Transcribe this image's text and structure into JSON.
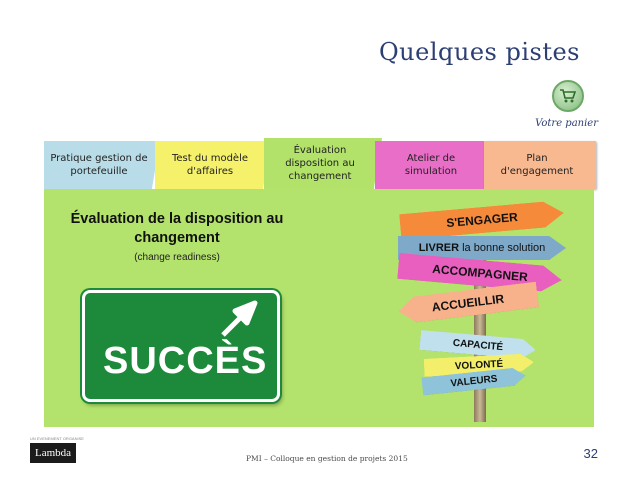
{
  "slide": {
    "title": "Quelques pistes",
    "cart_caption": "Votre panier",
    "tabs": [
      "Pratique gestion de portefeuille",
      "Test du modèle d'affaires",
      "Évaluation disposition au changement",
      "Atelier de simulation",
      "Plan d'engagement"
    ],
    "panel_title": "Évaluation de la disposition au changement",
    "panel_subtitle": "(change readiness)",
    "sign_text": "SUCCÈS",
    "signposts": {
      "engager": "S'ENGAGER",
      "livrer_bold": "LIVRER",
      "livrer_rest": " la bonne solution",
      "accompagner": "ACCOMPAGNER",
      "accueillir": "ACCUEILLIR",
      "capacite": "CAPACITÉ",
      "volonte": "VOLONTÉ",
      "valeurs": "VALEURS"
    },
    "footer": "PMI – Colloque en gestion de projets 2015",
    "page_number": "32",
    "logo_caption": "UN EVENEMENT ORGANISE",
    "logo_text": "Lambda"
  },
  "colors": {
    "panel": "#b3e36c",
    "sign": "#1c8a3a",
    "title": "#2c3f73"
  }
}
